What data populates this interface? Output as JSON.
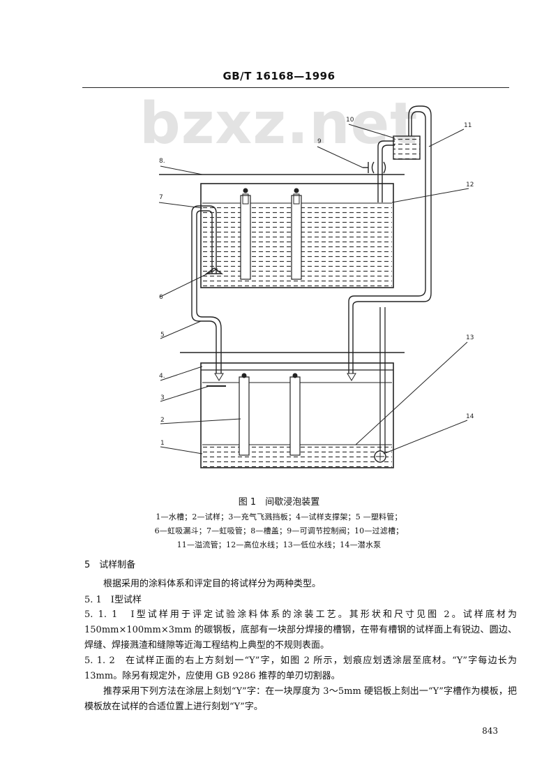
{
  "header": {
    "standard_code": "GB/T 16168—1996"
  },
  "watermark": "bzxz.net",
  "figure": {
    "callouts": [
      "1",
      "2",
      "3",
      "4.",
      "5",
      "6",
      "7",
      "8.",
      "9",
      "10",
      "11",
      "12",
      "13",
      "14"
    ],
    "caption": "图 1　间歇浸泡装置",
    "legend_lines": [
      "1—水槽；2—试样；3—充气飞溅挡板；4—试样支撑架；5 —塑料管；",
      "6—虹吸漏斗；7—虹吸管；8—槽盖；9—可调节控制阀；10—过滤槽；",
      "11—溢流管；12—高位水线；13—低位水线；14—潜水泵"
    ]
  },
  "body": {
    "section_heading": "5　试样制备",
    "intro": "根据采用的涂料体系和评定目的将试样分为两种类型。",
    "s511_heading": "5. 1　Ⅰ型试样",
    "s511_text": "5. 1. 1　Ⅰ型试样用于评定试验涂料体系的涂装工艺。其形状和尺寸见图 2。试样底材为 150mm×100mm×3mm 的碳钢板，底部有一块部分焊接的槽钢，在带有槽钢的试样面上有锐边、圆边、焊缝、焊接溅渣和缝隙等近海工程结构上典型的不规则表面。",
    "s512_text": "5. 1. 2　在试样正面的右上方刻划一“Y”字，如图 2 所示，划痕应划透涂层至底材。“Y”字每边长为 13mm。除另有规定外，应使用 GB 9286 推荐的单刃切割器。",
    "s512_text2": "推荐采用下列方法在涂层上刻划“Y”字：在一块厚度为 3～5mm 硬铝板上刻出一“Y”字槽作为模板，把模板放在试样的合适位置上进行刻划“Y”字。"
  },
  "page_number": "843"
}
